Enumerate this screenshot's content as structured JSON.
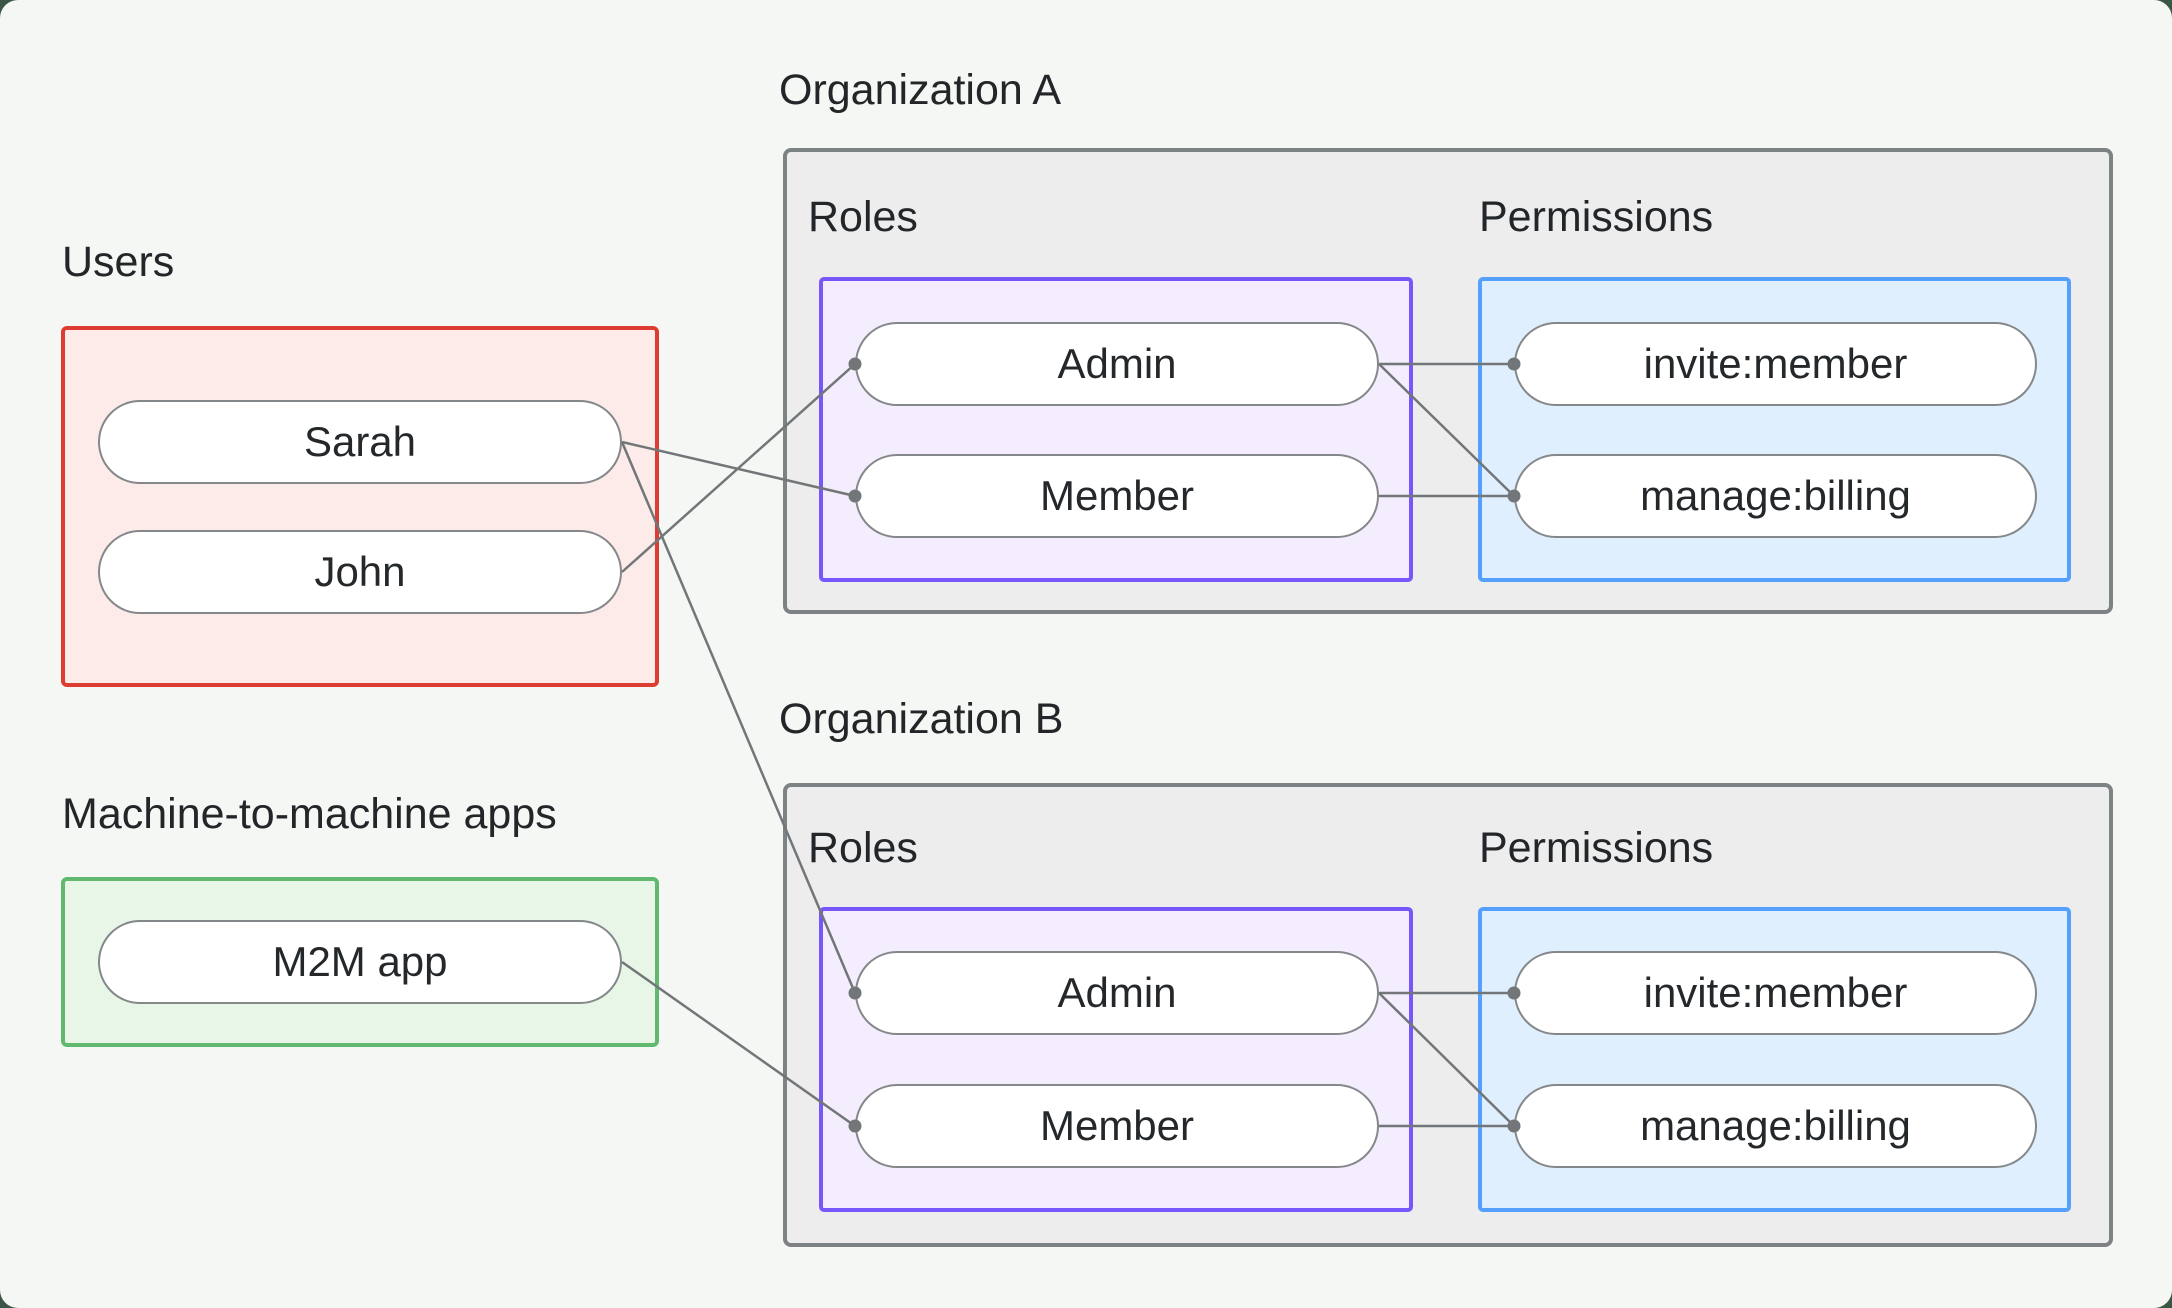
{
  "users_section": {
    "title": "Users",
    "items": [
      {
        "id": "sarah",
        "label": "Sarah"
      },
      {
        "id": "john",
        "label": "John"
      }
    ],
    "border_color": "#dc3c31",
    "fill_color": "#fdebe9"
  },
  "m2m_section": {
    "title": "Machine-to-machine apps",
    "items": [
      {
        "id": "m2m",
        "label": "M2M app"
      }
    ],
    "border_color": "#60b96e",
    "fill_color": "#e7f6e7"
  },
  "organizations": [
    {
      "title": "Organization A",
      "roles_label": "Roles",
      "permissions_label": "Permissions",
      "roles": [
        {
          "id": "orgA-admin",
          "label": "Admin"
        },
        {
          "id": "orgA-member",
          "label": "Member"
        }
      ],
      "permissions": [
        {
          "id": "orgA-invite",
          "label": "invite:member"
        },
        {
          "id": "orgA-manage",
          "label": "manage:billing"
        }
      ]
    },
    {
      "title": "Organization B",
      "roles_label": "Roles",
      "permissions_label": "Permissions",
      "roles": [
        {
          "id": "orgB-admin",
          "label": "Admin"
        },
        {
          "id": "orgB-member",
          "label": "Member"
        }
      ],
      "permissions": [
        {
          "id": "orgB-invite",
          "label": "invite:member"
        },
        {
          "id": "orgB-manage",
          "label": "manage:billing"
        }
      ]
    }
  ],
  "colors": {
    "canvas_background": "#f5f7f4",
    "backdrop": "#3a5644",
    "org_box_border": "#7d8284",
    "org_box_fill": "#ededed",
    "roles_box_border": "#7757fb",
    "roles_box_fill": "#f3edfd",
    "permissions_box_border": "#55a0fd",
    "permissions_box_fill": "#e0effd",
    "pill_border": "#85888a",
    "connector": "#737678",
    "text": "#222629"
  },
  "connections": [
    {
      "from": "sarah",
      "to": "orgA-member"
    },
    {
      "from": "sarah",
      "to": "orgB-admin"
    },
    {
      "from": "john",
      "to": "orgA-admin"
    },
    {
      "from": "m2m",
      "to": "orgB-member"
    },
    {
      "from": "orgA-admin",
      "to": "orgA-invite"
    },
    {
      "from": "orgA-admin",
      "to": "orgA-manage"
    },
    {
      "from": "orgA-member",
      "to": "orgA-manage"
    },
    {
      "from": "orgB-admin",
      "to": "orgB-invite"
    },
    {
      "from": "orgB-admin",
      "to": "orgB-manage"
    },
    {
      "from": "orgB-member",
      "to": "orgB-manage"
    }
  ]
}
